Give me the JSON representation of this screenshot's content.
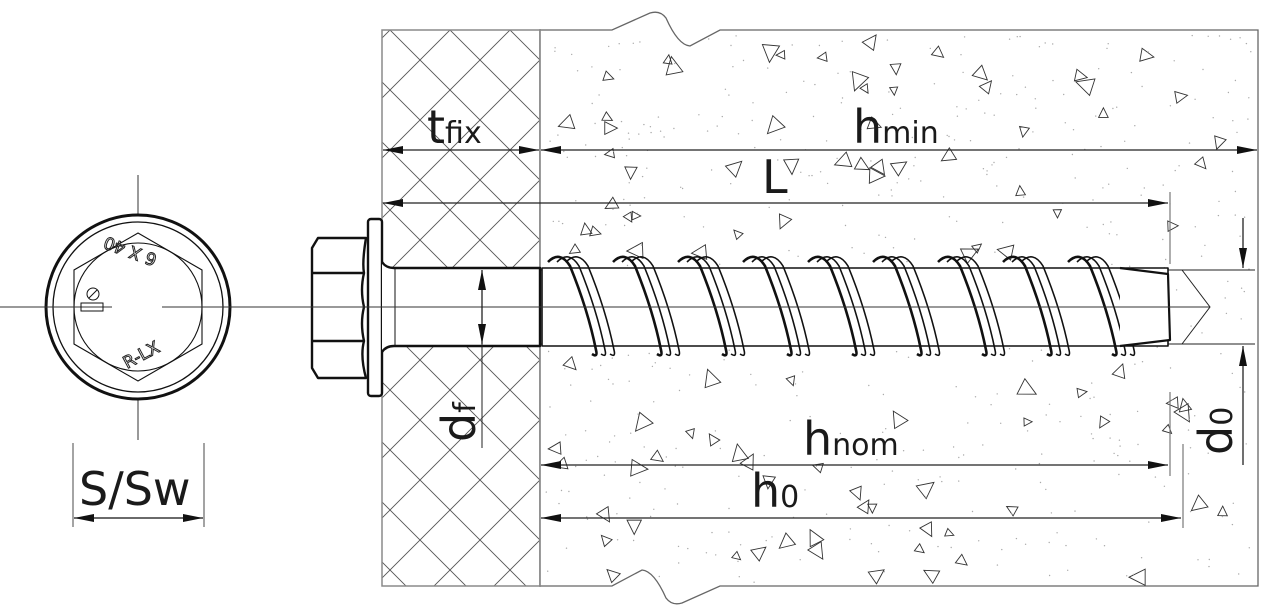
{
  "title": "Concrete screw anchor installation drawing",
  "colors": {
    "line": "#222222",
    "dim_line": "#333333",
    "hatch": "#555555",
    "border": "#8a8a8a",
    "background": "#ffffff"
  },
  "head_view": {
    "marking_size": "6 X 40",
    "marking_product": "R-LX",
    "logo_icon": "brand-logo-icon",
    "dimension_label": "S/Sw"
  },
  "dimensions": {
    "t_fix": {
      "main": "t",
      "sub": "fix"
    },
    "h_min": {
      "main": "h",
      "sub": "min"
    },
    "L": {
      "main": "L"
    },
    "d_f": {
      "main": "d",
      "sub": "f"
    },
    "h_nom": {
      "main": "h",
      "sub": "nom"
    },
    "h_0": {
      "main": "h",
      "sub": "0"
    },
    "d_0": {
      "main": "d",
      "sub": "0"
    }
  }
}
